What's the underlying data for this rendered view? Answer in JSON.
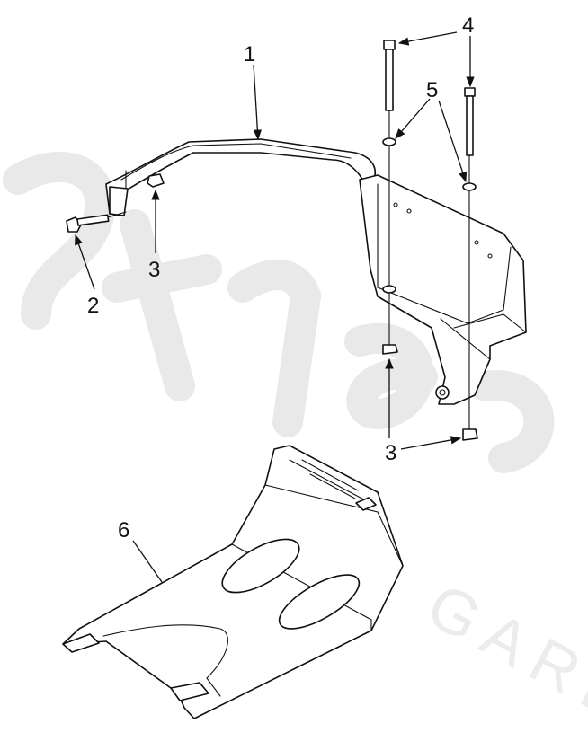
{
  "diagram": {
    "callouts": {
      "c1": "1",
      "c2": "2",
      "c3a": "3",
      "c3b": "3",
      "c4": "4",
      "c5": "5",
      "c6": "6"
    },
    "watermark": {
      "text": "GARD"
    }
  }
}
